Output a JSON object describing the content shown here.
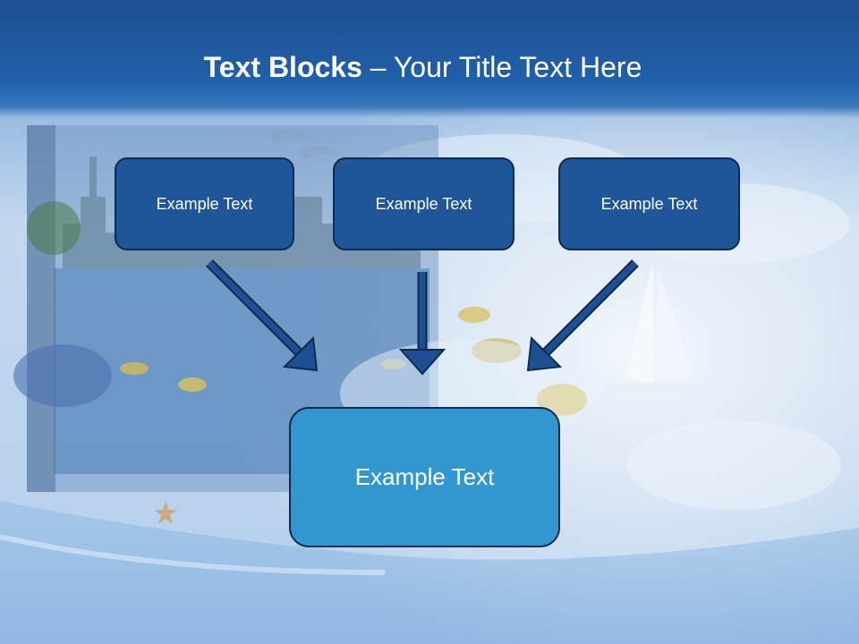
{
  "title": {
    "bold": "Text Blocks",
    "rest": " – Your Title Text Here"
  },
  "boxes": [
    {
      "label": "Example Text"
    },
    {
      "label": "Example Text"
    },
    {
      "label": "Example Text"
    }
  ],
  "result": {
    "label": "Example Text"
  },
  "colors": {
    "title_bar": "#2160aa",
    "box_fill": "#1f5599",
    "box_border": "#0d2a4f",
    "result_fill": "#3397cf",
    "arrow": "#1e4f92"
  }
}
